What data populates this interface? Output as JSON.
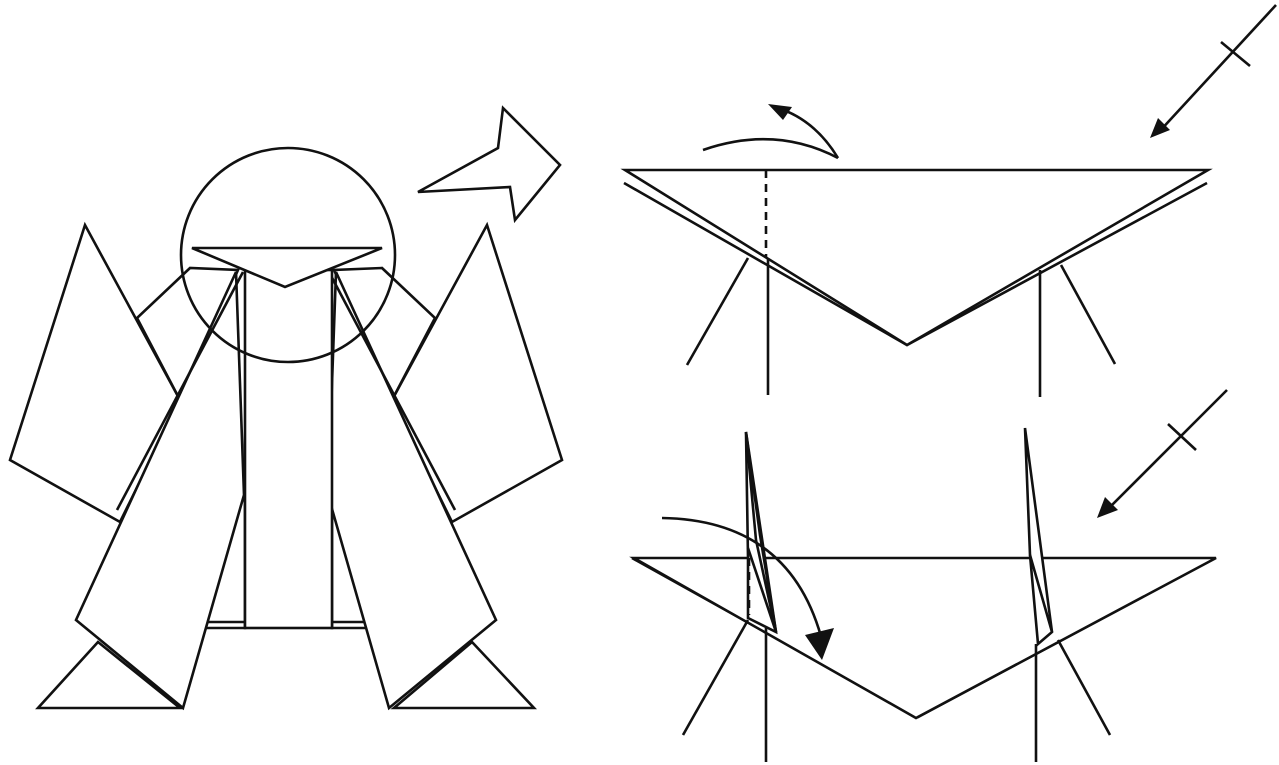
{
  "diagram": {
    "panels": [
      {
        "id": "figure-overview",
        "description_icon": "origami-figure"
      },
      {
        "id": "step-detail-top",
        "description_icon": "head-fold-top"
      },
      {
        "id": "step-detail-bottom",
        "description_icon": "head-fold-bottom"
      }
    ],
    "symbols": [
      "zoom-arrow-icon",
      "view-direction-arrow-icon",
      "fold-arrow-icon",
      "valley-fold-line-icon"
    ],
    "colors": {
      "line": "#111111",
      "paper": "#ffffff"
    }
  }
}
